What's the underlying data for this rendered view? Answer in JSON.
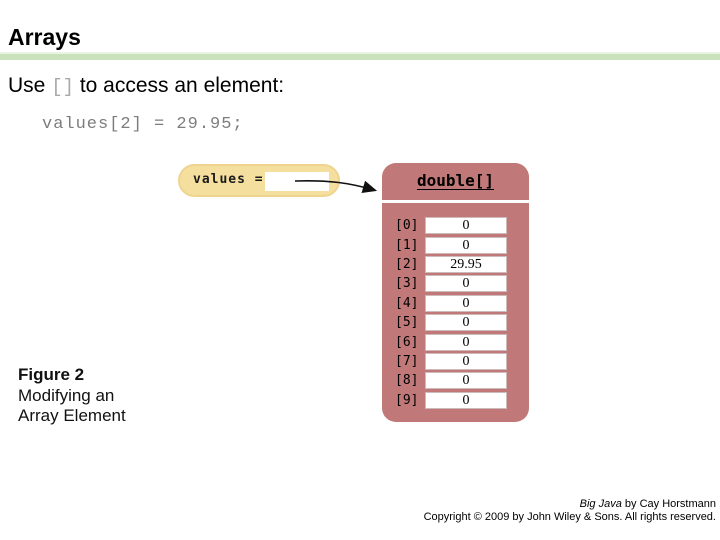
{
  "slide": {
    "title": "Arrays",
    "lead": {
      "pre": "Use ",
      "code": "[]",
      "post": " to access an element:"
    },
    "code_line": "values[2] = 29.95;"
  },
  "diagram": {
    "variable": {
      "label": "values ="
    },
    "array": {
      "type_header": "double[]",
      "rows": [
        {
          "index": "[0]",
          "value": "0"
        },
        {
          "index": "[1]",
          "value": "0"
        },
        {
          "index": "[2]",
          "value": "29.95"
        },
        {
          "index": "[3]",
          "value": "0"
        },
        {
          "index": "[4]",
          "value": "0"
        },
        {
          "index": "[5]",
          "value": "0"
        },
        {
          "index": "[6]",
          "value": "0"
        },
        {
          "index": "[7]",
          "value": "0"
        },
        {
          "index": "[8]",
          "value": "0"
        },
        {
          "index": "[9]",
          "value": "0"
        }
      ]
    }
  },
  "caption": {
    "title": "Figure 2",
    "line1": "Modifying an",
    "line2": "Array Element"
  },
  "footer": {
    "book_title": "Big Java",
    "byline": " by Cay Horstmann",
    "copyright": "Copyright © 2009 by John Wiley & Sons.  All rights reserved."
  },
  "colors": {
    "accent_bar": "#c9e2bb",
    "array_box": "#c17878",
    "variable_pill": "#f5df9f",
    "inline_code": "#a9a9a9",
    "code_text": "#7d7d7d"
  }
}
